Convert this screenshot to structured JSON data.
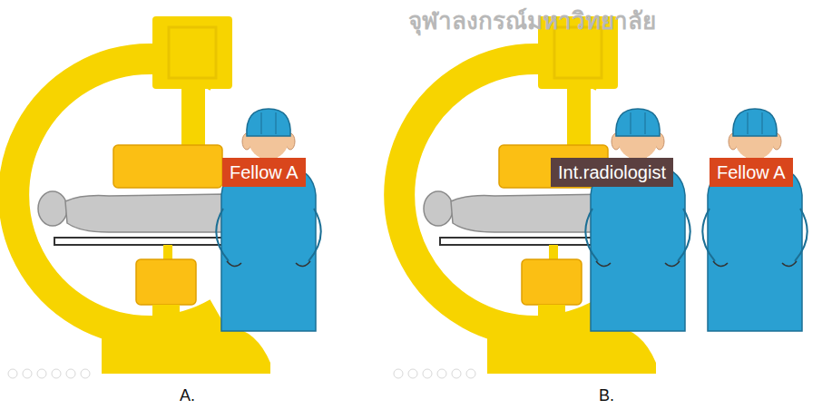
{
  "diagram": {
    "nodes": [
      {
        "text": [
          "Fellow A"
        ]
      },
      {
        "text": [
          "Int.radiologist"
        ]
      },
      {
        "text": [
          "Fellow A"
        ]
      }
    ],
    "labels": [
      "จุฬาลงกรณ์มหาวิทยาลัย",
      "A.",
      "B."
    ]
  }
}
